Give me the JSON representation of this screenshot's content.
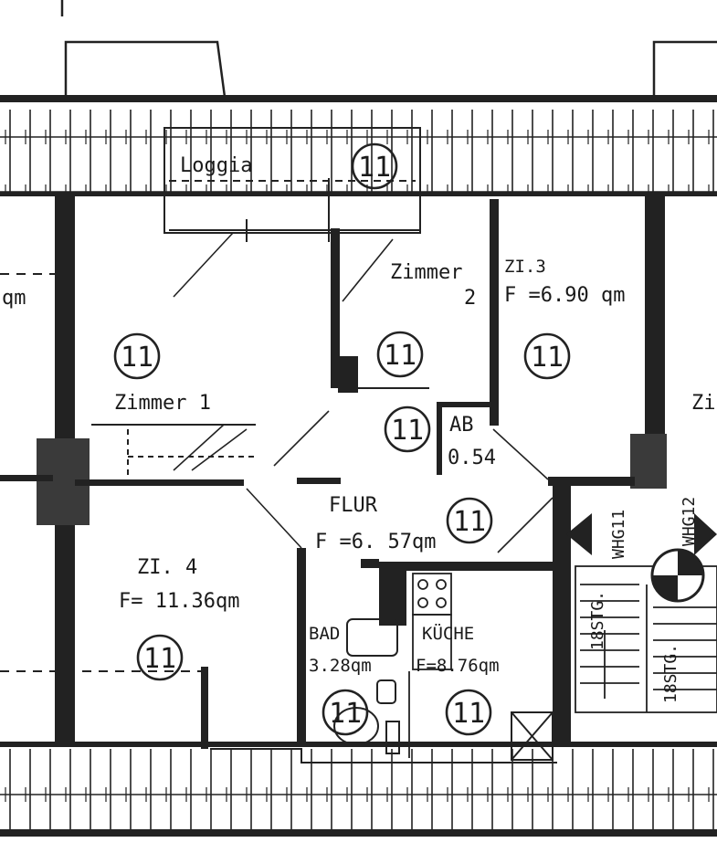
{
  "plan": {
    "rooms": {
      "loggia": {
        "name": "Loggia",
        "number": "11"
      },
      "zimmer2": {
        "name": "Zimmer",
        "name_suffix": "2",
        "number": "11"
      },
      "zi3": {
        "name": "ZI.3",
        "area": "F =6.90 qm",
        "number": "11"
      },
      "zimmer1": {
        "name": "Zimmer 1",
        "number": "11"
      },
      "ab": {
        "name": "AB",
        "area": "0.54",
        "number": "11"
      },
      "flur": {
        "name": "FLUR",
        "area": "F =6. 57qm",
        "number": "11"
      },
      "zi4": {
        "name": "ZI. 4",
        "area": "F= 11.36qm",
        "number": "11"
      },
      "bad": {
        "name": "BAD",
        "area": "3.28qm",
        "number": "11"
      },
      "kueche": {
        "name": "KÜCHE",
        "area": "F=8.76qm",
        "number": "11"
      }
    },
    "edge_text": {
      "left_qm": "qm",
      "right_prefix": "Zi"
    },
    "stair": {
      "whg_left": "WHG11",
      "whg_right": "WHG12",
      "steps_left": "18STG.",
      "steps_right": "18STG."
    }
  }
}
